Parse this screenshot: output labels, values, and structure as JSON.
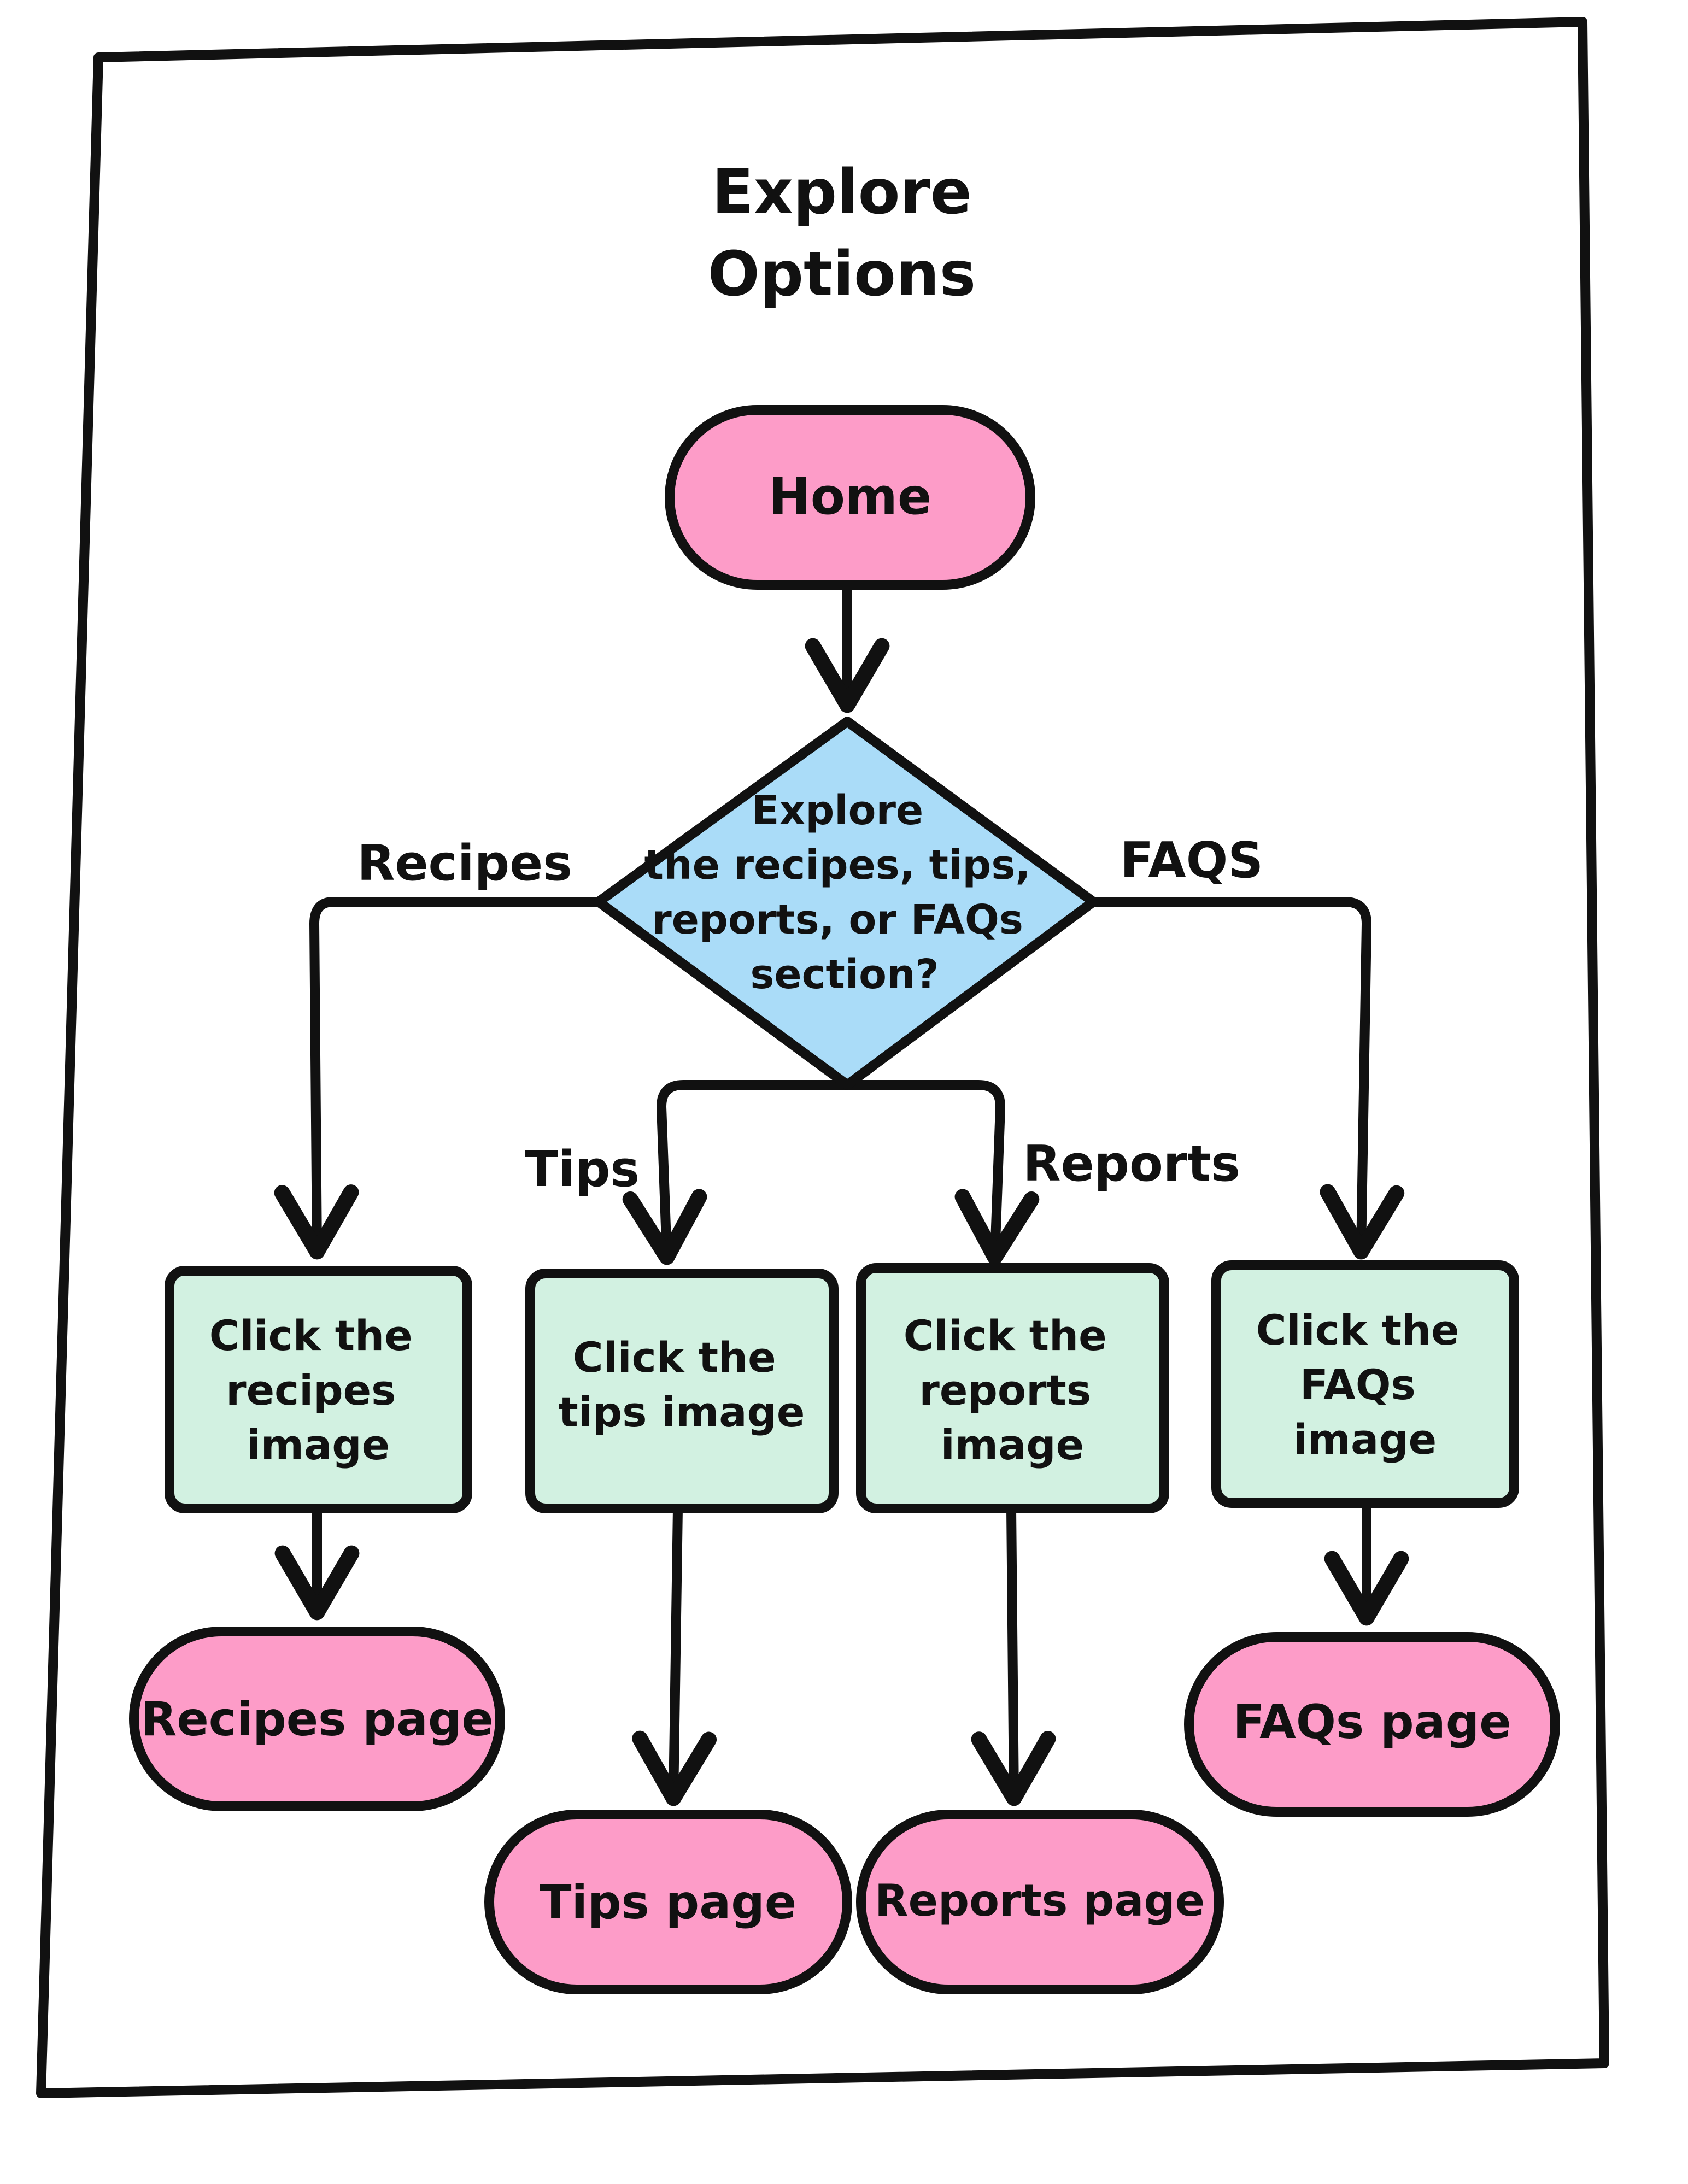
{
  "title": {
    "line1": "Explore",
    "line2": "Options"
  },
  "colors": {
    "ink": "#111111",
    "terminal_fill": "#fd9cc8",
    "decision_fill": "#aadcf8",
    "process_fill": "#d2f1e1",
    "paper": "#ffffff"
  },
  "nodes": {
    "home": {
      "label": "Home",
      "shape": "terminal"
    },
    "decision": {
      "shape": "decision",
      "lines": [
        "Explore",
        "the recipes, tips,",
        "reports, or FAQs",
        "section?"
      ]
    },
    "click_recipes": {
      "shape": "process",
      "lines": [
        "Click the",
        "recipes",
        "image"
      ]
    },
    "click_tips": {
      "shape": "process",
      "lines": [
        "Click the",
        "tips image"
      ]
    },
    "click_reports": {
      "shape": "process",
      "lines": [
        "Click the",
        "reports",
        "image"
      ]
    },
    "click_faqs": {
      "shape": "process",
      "lines": [
        "Click the",
        "FAQs",
        "image"
      ]
    },
    "recipes_page": {
      "label": "Recipes page",
      "shape": "terminal"
    },
    "tips_page": {
      "label": "Tips page",
      "shape": "terminal"
    },
    "reports_page": {
      "label": "Reports page",
      "shape": "terminal"
    },
    "faqs_page": {
      "label": "FAQs page",
      "shape": "terminal"
    }
  },
  "edges": {
    "recipes_label": "Recipes",
    "faqs_label": "FAQS",
    "tips_label": "Tips",
    "reports_label": "Reports"
  }
}
